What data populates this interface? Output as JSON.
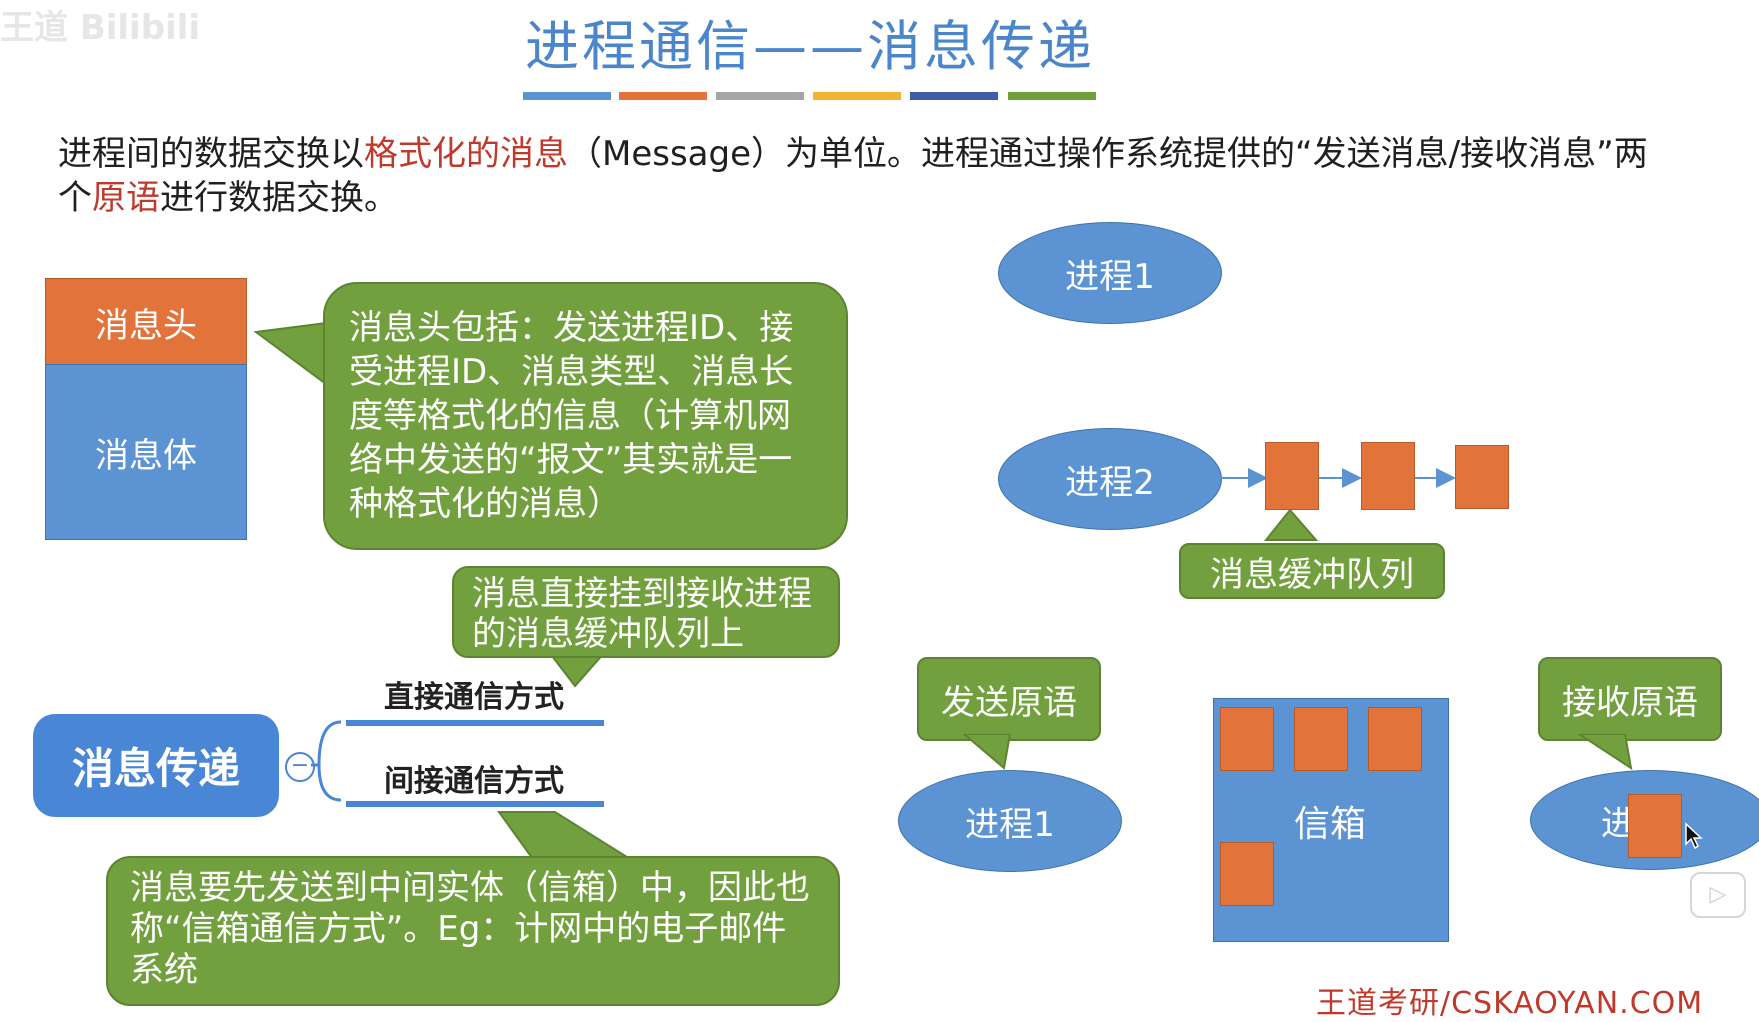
{
  "watermark": "王道 Bilibili",
  "title": "进程通信——消息传递",
  "stripe_colors": [
    "#5b93d3",
    "#e2733a",
    "#a6a6a6",
    "#f2b233",
    "#3b5ea8",
    "#73a03f"
  ],
  "intro": {
    "p1": "进程间的数据交换以",
    "p2_red": "格式化的消息",
    "p3": "（Message）为单位。进程通过操作系统提供的“发送消息/接收消息”两个",
    "p4_red": "原语",
    "p5": "进行数据交换。"
  },
  "message_box": {
    "head": "消息头",
    "body": "消息体"
  },
  "callout_header": "消息头包括：发送进程ID、接受进程ID、消息类型、消息长度等格式化的信息（计算机网络中发送的“报文”其实就是一种格式化的消息）",
  "callout_direct": "消息直接挂到接收进程的消息缓冲队列上",
  "mindmap": {
    "root": "消息传递",
    "collapse_symbol": "−",
    "branch_direct": "直接通信方式",
    "branch_indirect": "间接通信方式"
  },
  "callout_indirect": "消息要先发送到中间实体（信箱）中，因此也称“信箱通信方式”。Eg：计网中的电子邮件系统",
  "diagram_direct": {
    "process1": "进程1",
    "process2": "进程2",
    "queue_label": "消息缓冲队列"
  },
  "diagram_indirect": {
    "send_primitive": "发送原语",
    "receive_primitive": "接收原语",
    "process1": "进程1",
    "mailbox": "信箱",
    "process_right_partial": "进"
  },
  "footer": "王道考研/CSKAOYAN.COM",
  "colors": {
    "title_blue": "#4a86c9",
    "orange": "#e2733a",
    "blue": "#5b93d3",
    "green": "#73a03f",
    "red_text": "#c0392b"
  }
}
